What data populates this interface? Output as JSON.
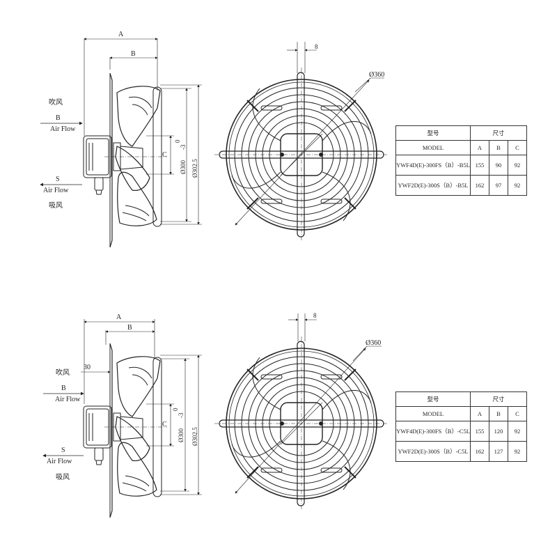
{
  "drawings": [
    {
      "id": "B5L",
      "labels": {
        "dim_a": "A",
        "dim_b": "B",
        "dim_c": "C",
        "dim_30": "",
        "zero": "0",
        "minus3": "-3",
        "dia_300": "Ø300",
        "dia_3025": "Ø302.5",
        "dia_360": "Ø360",
        "grille_8": "8",
        "blow_cn": "吹风",
        "blow_letter": "B",
        "blow_en": "Air Flow",
        "suck_letter": "S",
        "suck_en": "Air Flow",
        "suck_cn": "吸风"
      },
      "table": {
        "header_model_cn": "型号",
        "header_model_en": "MODEL",
        "header_dims_cn": "尺寸",
        "col_a": "A",
        "col_b": "B",
        "col_c": "C",
        "rows": [
          {
            "model": "YWF4D(E)-300FS（B）-B5L",
            "a": "155",
            "b": "90",
            "c": "92"
          },
          {
            "model": "YWF2D(E)-300S（B）-B5L",
            "a": "162",
            "b": "97",
            "c": "92"
          }
        ]
      }
    },
    {
      "id": "C5L",
      "labels": {
        "dim_a": "A",
        "dim_b": "B",
        "dim_c": "C",
        "dim_30": "30",
        "zero": "0",
        "minus3": "-3",
        "dia_300": "Ø300",
        "dia_3025": "Ø302.5",
        "dia_360": "Ø360",
        "grille_8": "8",
        "blow_cn": "吹风",
        "blow_letter": "B",
        "blow_en": "Air Flow",
        "suck_letter": "S",
        "suck_en": "Air Flow",
        "suck_cn": "吸风"
      },
      "table": {
        "header_model_cn": "型号",
        "header_model_en": "MODEL",
        "header_dims_cn": "尺寸",
        "col_a": "A",
        "col_b": "B",
        "col_c": "C",
        "rows": [
          {
            "model": "YWF4D(E)-300FS（B）-C5L",
            "a": "155",
            "b": "120",
            "c": "92"
          },
          {
            "model": "YWF2D(E)-300S（B）-C5L",
            "a": "162",
            "b": "127",
            "c": "92"
          }
        ]
      }
    }
  ]
}
